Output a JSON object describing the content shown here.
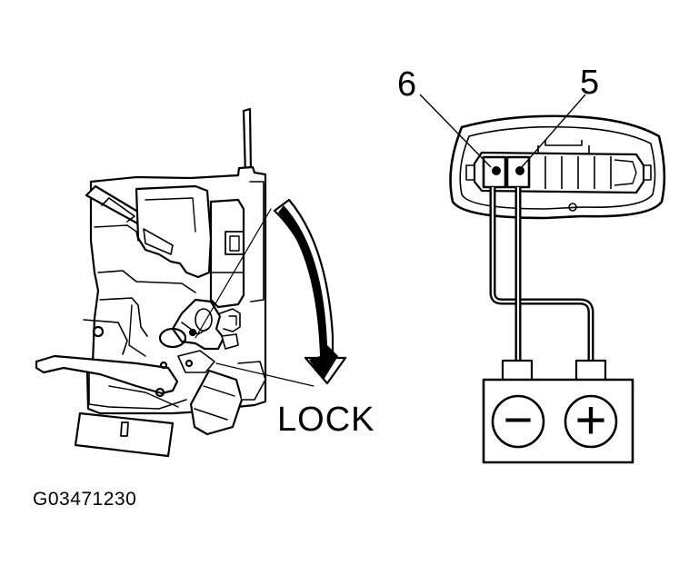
{
  "labels": {
    "lock": "LOCK",
    "terminal_6": "6",
    "terminal_5": "5",
    "figure_code": "G03471230"
  },
  "battery": {
    "negative_symbol": "−",
    "positive_symbol": "+"
  },
  "colors": {
    "ink": "#000000",
    "paper": "#ffffff"
  }
}
